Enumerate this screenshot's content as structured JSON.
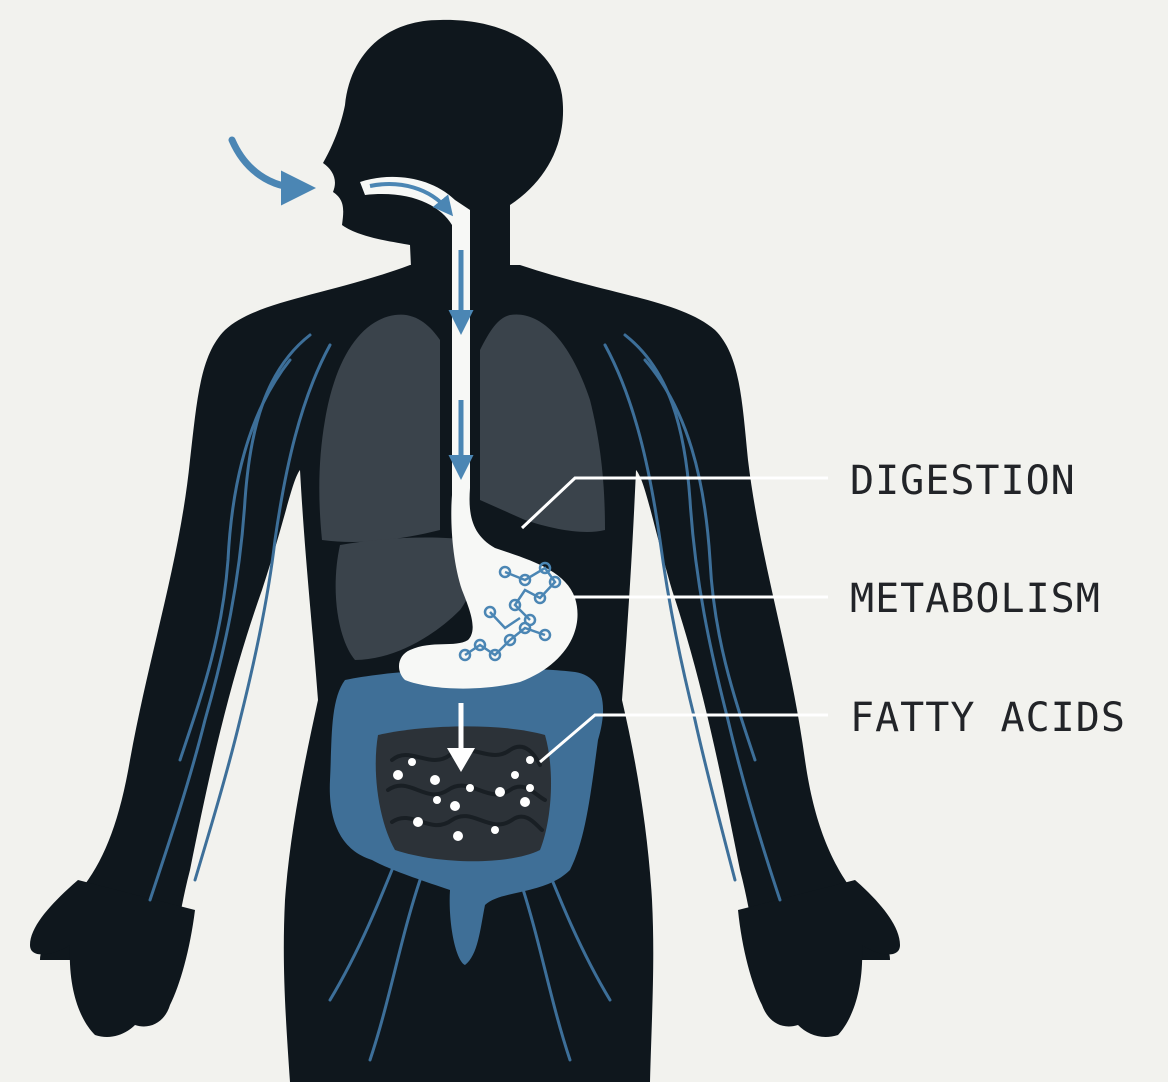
{
  "colors": {
    "background": "#f2f2ee",
    "body_silhouette": "#0f171d",
    "organs": "#3a434b",
    "intestine": "#3f6f97",
    "vessels": "#3d6f99",
    "digestive_tract": "#f7f8f6",
    "flow_arrow": "#4b86b4",
    "label_text": "#222428",
    "leader_line": "#ffffff"
  },
  "labels": {
    "digestion": "DIGESTION",
    "metabolism": "METABOLISM",
    "fatty_acids": "FATTY ACIDS"
  }
}
